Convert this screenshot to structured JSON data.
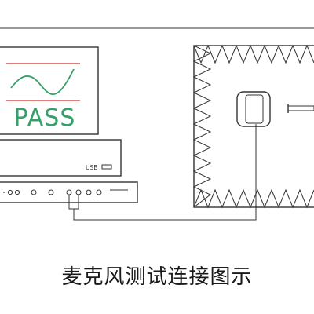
{
  "monitor": {
    "status_text": "PASS",
    "status_color": "#35a06a",
    "limit_line_color": "#d9534f",
    "waveform_color": "#35a06a"
  },
  "analyzer": {
    "port_label": "USB"
  },
  "caption": "麦克风测试连接图示"
}
